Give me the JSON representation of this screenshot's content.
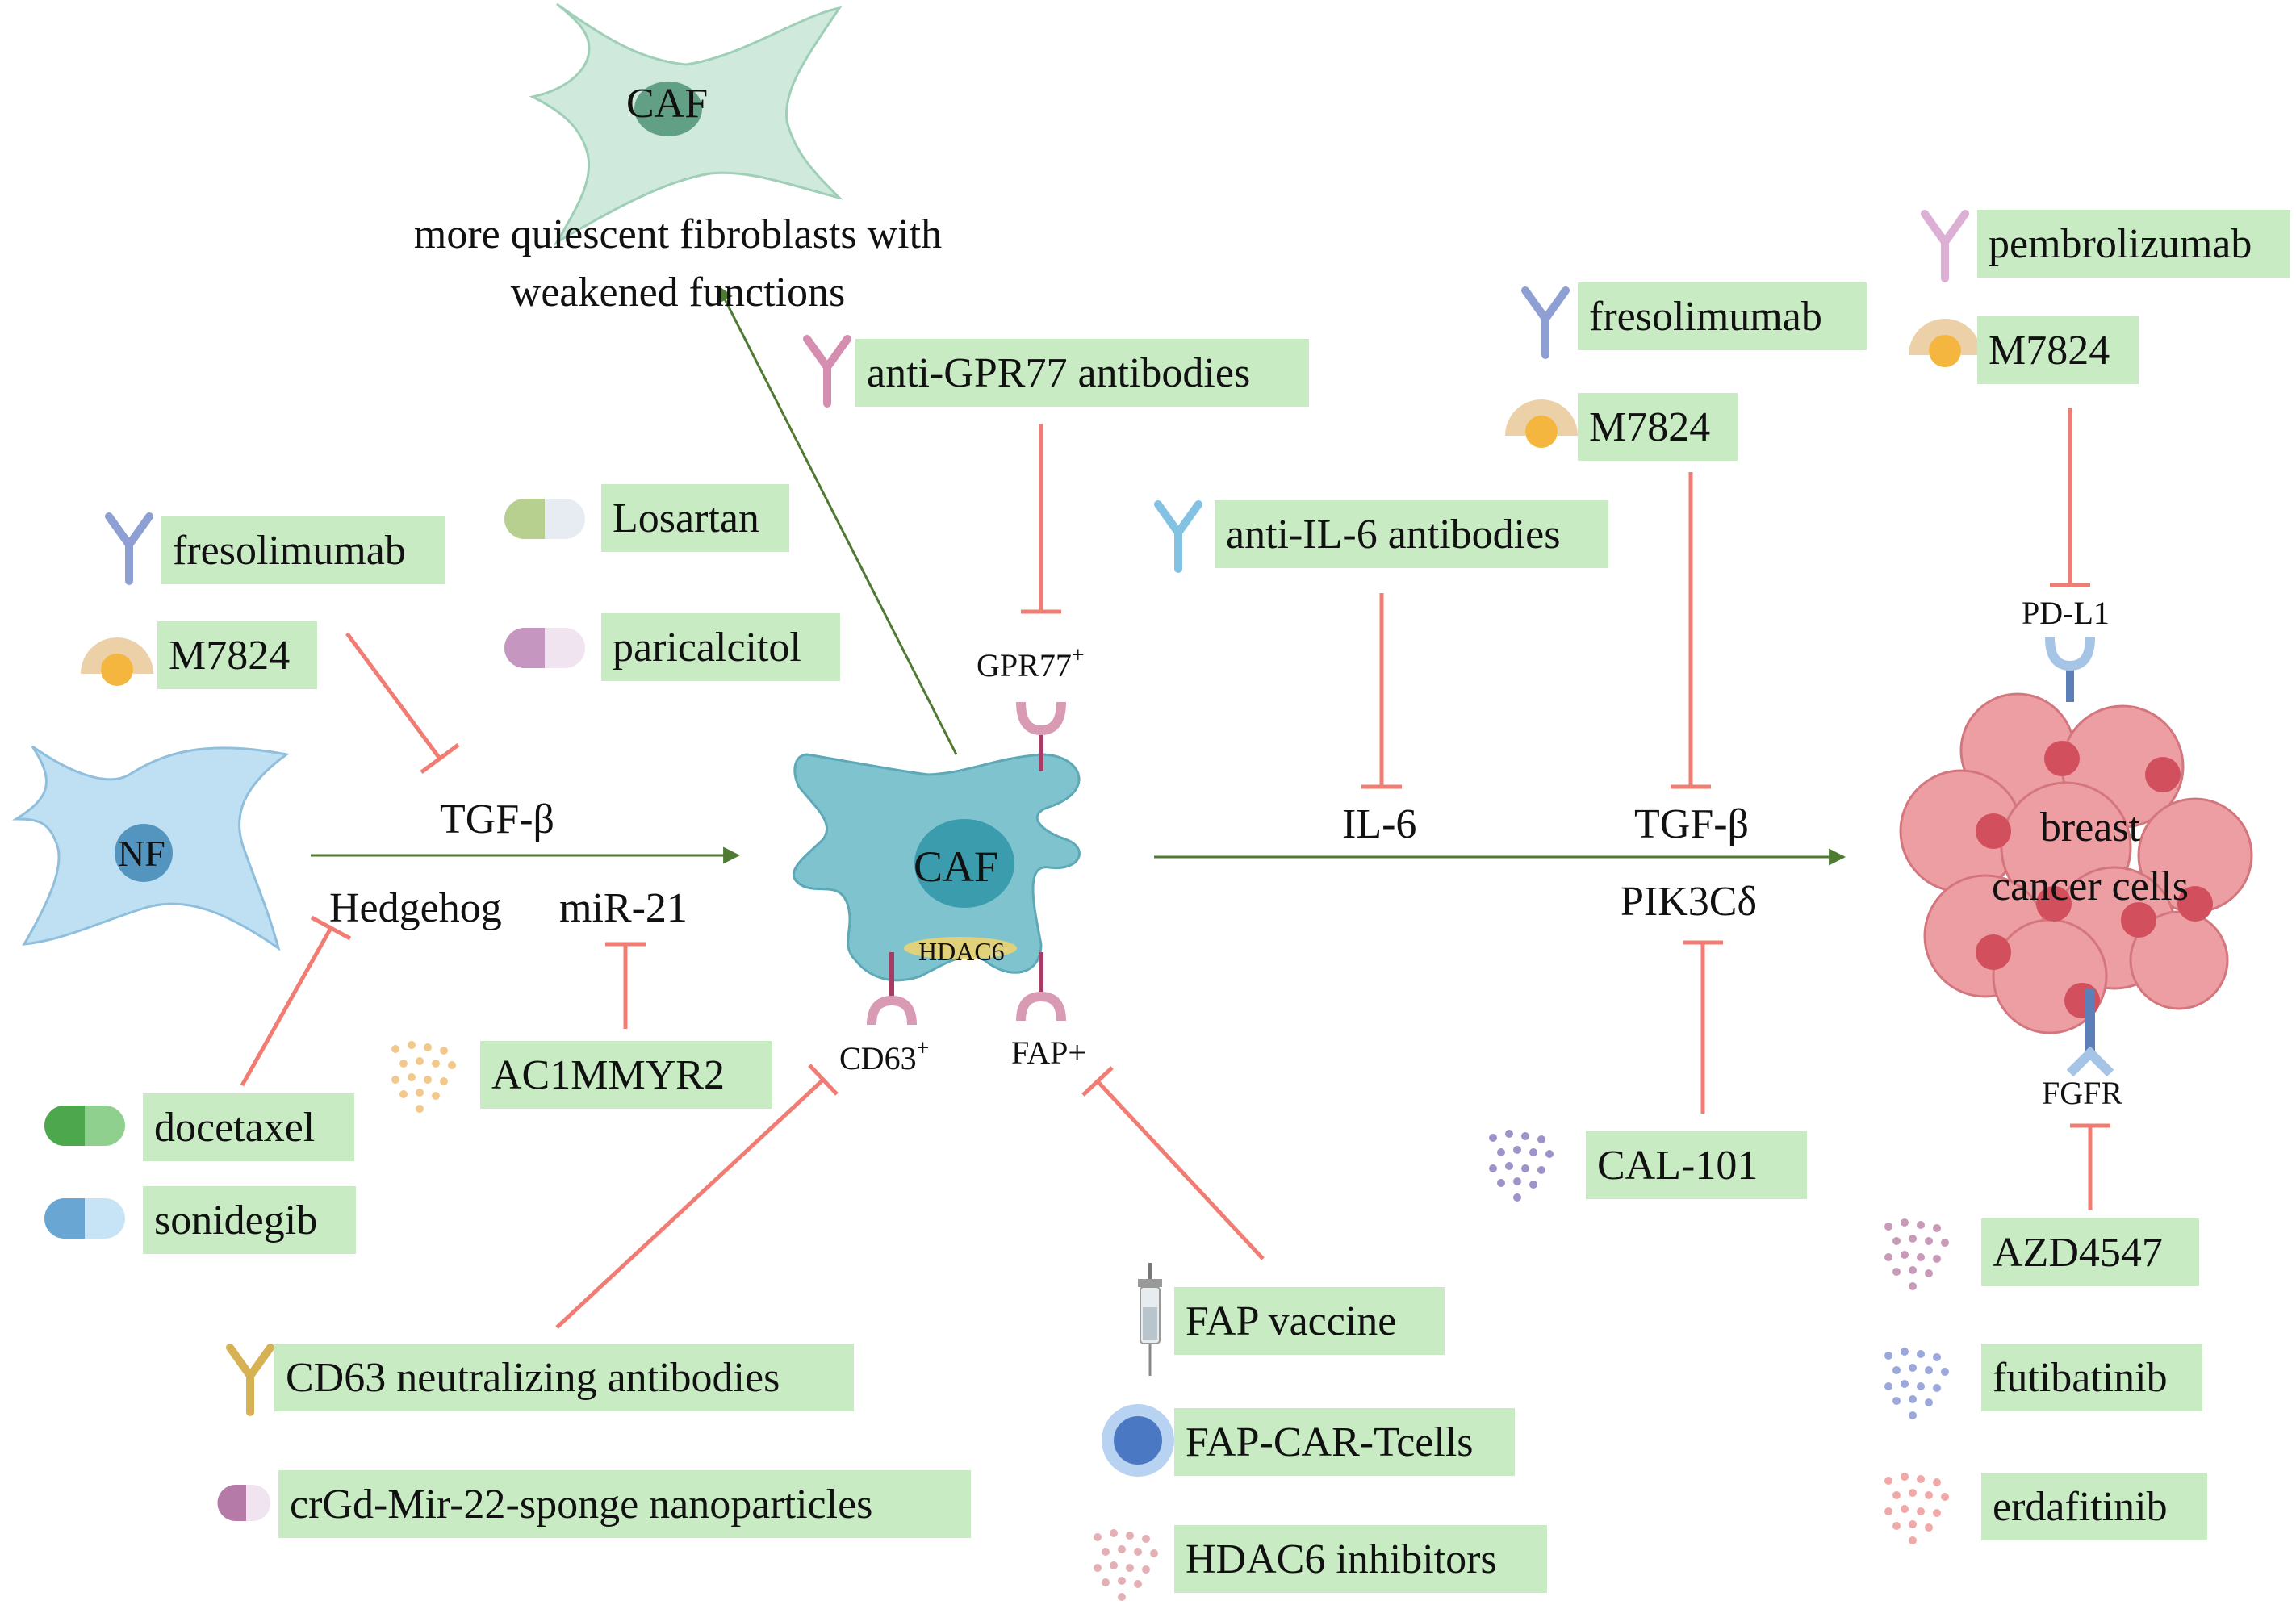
{
  "cells": {
    "caf_top_label": "CAF",
    "caf_top_caption_line1": "more quiescent fibroblasts with",
    "caf_top_caption_line2": "weakened functions",
    "nf_label": "NF",
    "caf_center_label": "CAF",
    "hdac6_label": "HDAC6",
    "breast_cancer_line1": "breast",
    "breast_cancer_line2": "cancer cells"
  },
  "factors": {
    "tgfb_left": "TGF-β",
    "hedgehog": "Hedgehog",
    "mir21": "miR-21",
    "il6": "IL-6",
    "tgfb_right": "TGF-β",
    "pik3cd": "PIK3Cδ"
  },
  "receptors": {
    "gpr77": "GPR77",
    "gpr77_sup": "+",
    "cd63": "CD63",
    "cd63_sup": "+",
    "fap": "FAP+",
    "pdl1": "PD-L1",
    "fgfr": "FGFR"
  },
  "drugs": {
    "fresolimumab_left": "fresolimumab",
    "m7824_left": "M7824",
    "losartan": "Losartan",
    "paricalcitol": "paricalcitol",
    "docetaxel": "docetaxel",
    "sonidegib": "sonidegib",
    "ac1mmyr2": "AC1MMYR2",
    "anti_gpr77": "anti-GPR77 antibodies",
    "cd63_neutralizing": "CD63 neutralizing antibodies",
    "crgd_mir22": "crGd-Mir-22-sponge nanoparticles",
    "fap_vaccine": "FAP vaccine",
    "fap_car_t": "FAP-CAR-Tcells",
    "hdac6_inhibitors": "HDAC6 inhibitors",
    "anti_il6": "anti-IL-6 antibodies",
    "fresolimumab_right": "fresolimumab",
    "m7824_right": "M7824",
    "cal101": "CAL-101",
    "pembrolizumab": "pembrolizumab",
    "m7824_far_right": "M7824",
    "azd4547": "AZD4547",
    "futibatinib": "futibatinib",
    "erdafitinib": "erdafitinib"
  },
  "colors": {
    "label_fill": "#c9ebc4",
    "activation_arrow": "#4e7a33",
    "inhibition_line": "#f07c74",
    "caf_top_fill": "#cfe9dc",
    "nf_fill": "#bfdff2",
    "caf_center_fill": "#7fc3cf",
    "cancer_fill": "#ec9ea3",
    "receptor": "#b8507a"
  }
}
